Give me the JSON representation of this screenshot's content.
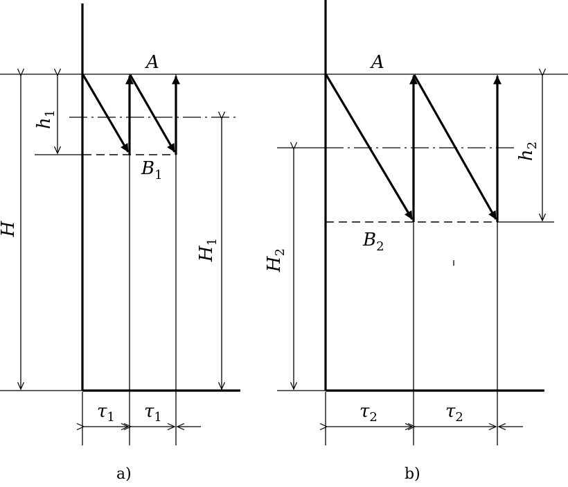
{
  "panel_a": {
    "caption": "a)",
    "point_top": "A",
    "point_bottom": {
      "letter": "B",
      "index": "1"
    },
    "dim_small": {
      "letter": "h",
      "index": "1"
    },
    "dim_large": {
      "letter": "H",
      "index": "1"
    },
    "dim_total": {
      "letter": "H"
    },
    "interval": {
      "letter": "τ",
      "index": "1"
    }
  },
  "panel_b": {
    "caption": "b)",
    "point_top": "A",
    "point_bottom": {
      "letter": "B",
      "index": "2"
    },
    "dim_small": {
      "letter": "h",
      "index": "2"
    },
    "dim_large": {
      "letter": "H",
      "index": "2"
    },
    "interval": {
      "letter": "τ",
      "index": "2"
    }
  }
}
